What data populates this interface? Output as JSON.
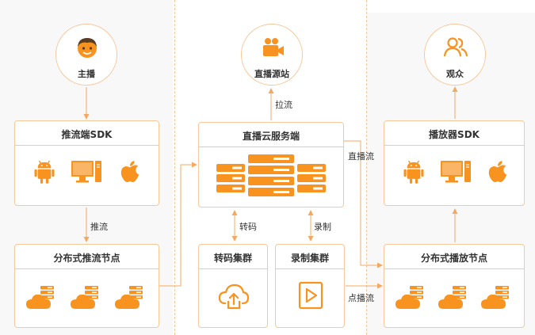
{
  "colors": {
    "accent": "#f7931e",
    "border": "#f6c89a",
    "line": "#f4a860",
    "panel": "#f8f8f8"
  },
  "nodes": {
    "anchor": {
      "label": "主播",
      "icon": "face-icon"
    },
    "origin": {
      "label": "直播源站",
      "icon": "video-camera-icon"
    },
    "audience": {
      "label": "观众",
      "icon": "users-icon"
    },
    "push_sdk": {
      "title": "推流端SDK",
      "icons": [
        "android-icon",
        "desktop-icon",
        "apple-icon"
      ]
    },
    "cloud_server": {
      "title": "直播云服务端",
      "icon": "server-stack-icon"
    },
    "player_sdk": {
      "title": "播放器SDK",
      "icons": [
        "android-icon",
        "desktop-icon",
        "apple-icon"
      ]
    },
    "push_nodes": {
      "title": "分布式推流节点",
      "icon": "cloud-server-icon"
    },
    "transcode": {
      "title": "转码集群",
      "icon": "cloud-upload-icon"
    },
    "record": {
      "title": "录制集群",
      "icon": "video-play-icon"
    },
    "play_nodes": {
      "title": "分布式播放节点",
      "icon": "cloud-server-icon"
    }
  },
  "edges": {
    "pull": "拉流",
    "push": "推流",
    "transcode": "转码",
    "record": "录制",
    "live": "直播流",
    "vod": "点播流"
  }
}
